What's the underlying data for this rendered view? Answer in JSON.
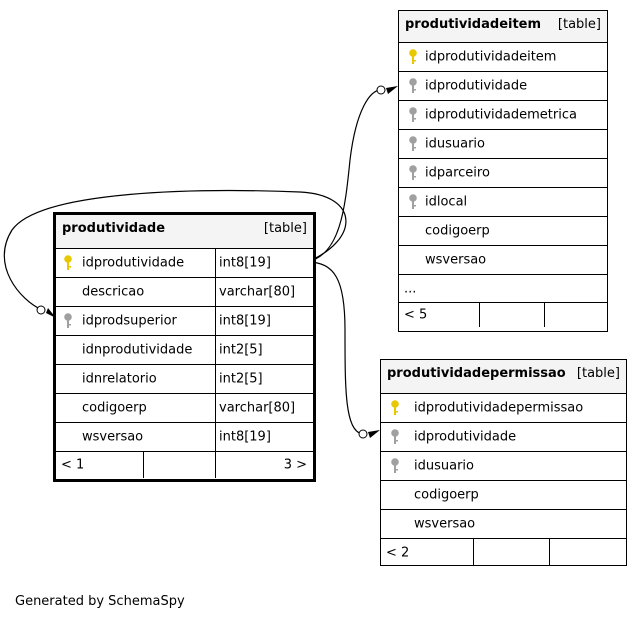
{
  "tables": {
    "produtividade": {
      "name": "produtividade",
      "kind": "[table]",
      "rows": [
        {
          "col": "idprodutividade",
          "type": "int8[19]",
          "key": "primary"
        },
        {
          "col": "descricao",
          "type": "varchar[80]",
          "key": "none"
        },
        {
          "col": "idprodsuperior",
          "type": "int8[19]",
          "key": "foreign"
        },
        {
          "col": "idnprodutividade",
          "type": "int2[5]",
          "key": "none"
        },
        {
          "col": "idnrelatorio",
          "type": "int2[5]",
          "key": "none"
        },
        {
          "col": "codigoerp",
          "type": "varchar[80]",
          "key": "none"
        },
        {
          "col": "wsversao",
          "type": "int8[19]",
          "key": "none"
        }
      ],
      "footer_left": "< 1",
      "footer_right": "3 >"
    },
    "produtividadeitem": {
      "name": "produtividadeitem",
      "kind": "[table]",
      "rows": [
        {
          "col": "idprodutividadeitem",
          "key": "primary"
        },
        {
          "col": "idprodutividade",
          "key": "foreign"
        },
        {
          "col": "idprodutividademetrica",
          "key": "foreign"
        },
        {
          "col": "idusuario",
          "key": "foreign"
        },
        {
          "col": "idparceiro",
          "key": "foreign"
        },
        {
          "col": "idlocal",
          "key": "foreign"
        },
        {
          "col": "codigoerp",
          "key": "none"
        },
        {
          "col": "wsversao",
          "key": "none"
        }
      ],
      "ellipsis": "...",
      "footer_left": "< 5"
    },
    "produtividadepermissao": {
      "name": "produtividadepermissao",
      "kind": "[table]",
      "rows": [
        {
          "col": "idprodutividadepermissao",
          "key": "primary"
        },
        {
          "col": "idprodutividade",
          "key": "foreign"
        },
        {
          "col": "idusuario",
          "key": "foreign"
        },
        {
          "col": "codigoerp",
          "key": "none"
        },
        {
          "col": "wsversao",
          "key": "none"
        }
      ],
      "footer_left": "< 2"
    }
  },
  "generated_by": "Generated by SchemaSpy",
  "colors": {
    "primary_key": "#e8c800",
    "foreign_key": "#a0a0a0",
    "header_bg": "#f4f4f4"
  }
}
